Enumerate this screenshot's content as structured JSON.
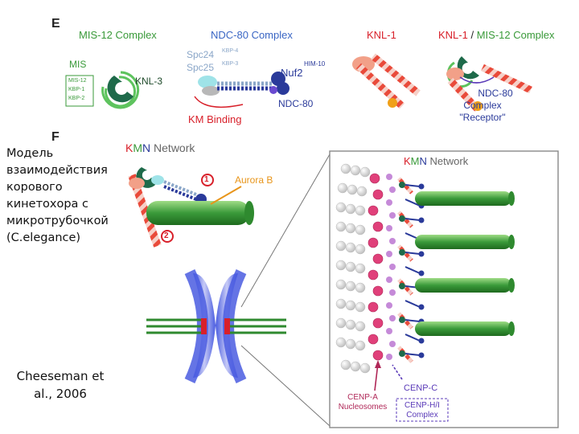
{
  "panel_e": {
    "letter": "E",
    "mis12_complex": "MIS-12 Complex",
    "ndc80_complex": "NDC-80 Complex",
    "knl1": "KNL-1",
    "knl1_mis12": {
      "part1": "KNL-1",
      "sep": " / ",
      "part2": "MIS-12 Complex"
    },
    "mis_box": {
      "title": "MIS",
      "lines": [
        "MIS-12",
        "KBP-1",
        "KBP-2"
      ]
    },
    "knl3": "KNL-3",
    "spc24": "Spc24",
    "kbp4": "KBP-4",
    "spc25": "Spc25",
    "kbp3": "KBP-3",
    "him10": "HIM-10",
    "nuf2": "Nuf2",
    "ndc80": "NDC-80",
    "km_binding": "KM Binding",
    "receptor_lines": [
      "NDC-80",
      "Complex",
      "\"Receptor\""
    ]
  },
  "panel_f": {
    "letter": "F",
    "kmn_network": {
      "k": "K",
      "m": "M",
      "n": "N",
      "rest": " Network"
    },
    "step1": "1",
    "step2": "2",
    "aurora_b": "Aurora B",
    "cenp_a_lines": [
      "CENP-A",
      "Nucleosomes"
    ],
    "cenp_c": "CENP-C",
    "cenp_hi_lines": [
      "CENP-H/I",
      "Complex"
    ]
  },
  "caption_top_lines": [
    "Модель",
    "взаимодействия",
    "корового",
    "кинетохора с",
    "микротрубочкой",
    "(C.elegance)"
  ],
  "caption_bottom_lines": [
    "Cheeseman et",
    "al., 2006"
  ],
  "colors": {
    "blue_label": "#3a66c4",
    "red_label": "#d8202a",
    "green_mt": "#2f8a2f",
    "purple": "#5a3ab8",
    "orange": "#e8951a"
  }
}
